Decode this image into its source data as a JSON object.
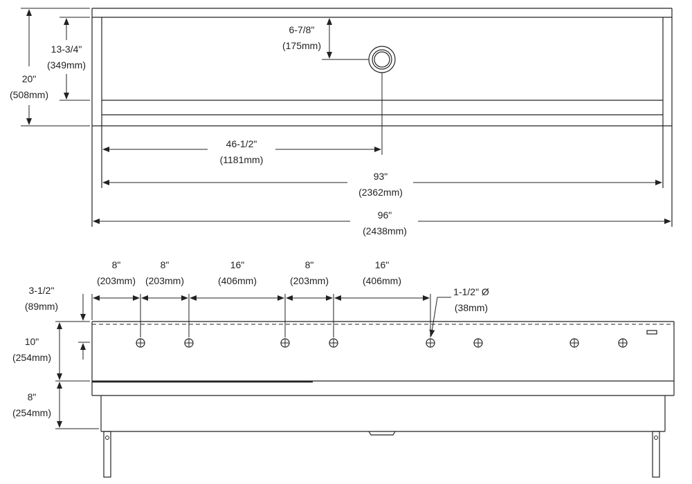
{
  "top_view": {
    "overall_depth": {
      "imperial": "20\"",
      "metric": "(508mm)"
    },
    "drain_setback": {
      "imperial": "13-3/4\"",
      "metric": "(349mm)"
    },
    "drain_offset": {
      "imperial": "6-7/8\"",
      "metric": "(175mm)"
    },
    "drain_center": {
      "imperial": "46-1/2\"",
      "metric": "(1181mm)"
    },
    "inner_length": {
      "imperial": "93\"",
      "metric": "(2362mm)"
    },
    "overall_length": {
      "imperial": "96\"",
      "metric": "(2438mm)"
    }
  },
  "front_view": {
    "spacings": [
      {
        "imperial": "8\"",
        "metric": "(203mm)"
      },
      {
        "imperial": "8\"",
        "metric": "(203mm)"
      },
      {
        "imperial": "16\"",
        "metric": "(406mm)"
      },
      {
        "imperial": "8\"",
        "metric": "(203mm)"
      },
      {
        "imperial": "16\"",
        "metric": "(406mm)"
      }
    ],
    "top_offset": {
      "imperial": "3-1/2\"",
      "metric": "(89mm)"
    },
    "backsplash_height": {
      "imperial": "10\"",
      "metric": "(254mm)"
    },
    "bowl_depth": {
      "imperial": "8\"",
      "metric": "(254mm)"
    },
    "hole_diameter": {
      "imperial": "1-1/2\" Ø",
      "metric": "(38mm)"
    }
  }
}
